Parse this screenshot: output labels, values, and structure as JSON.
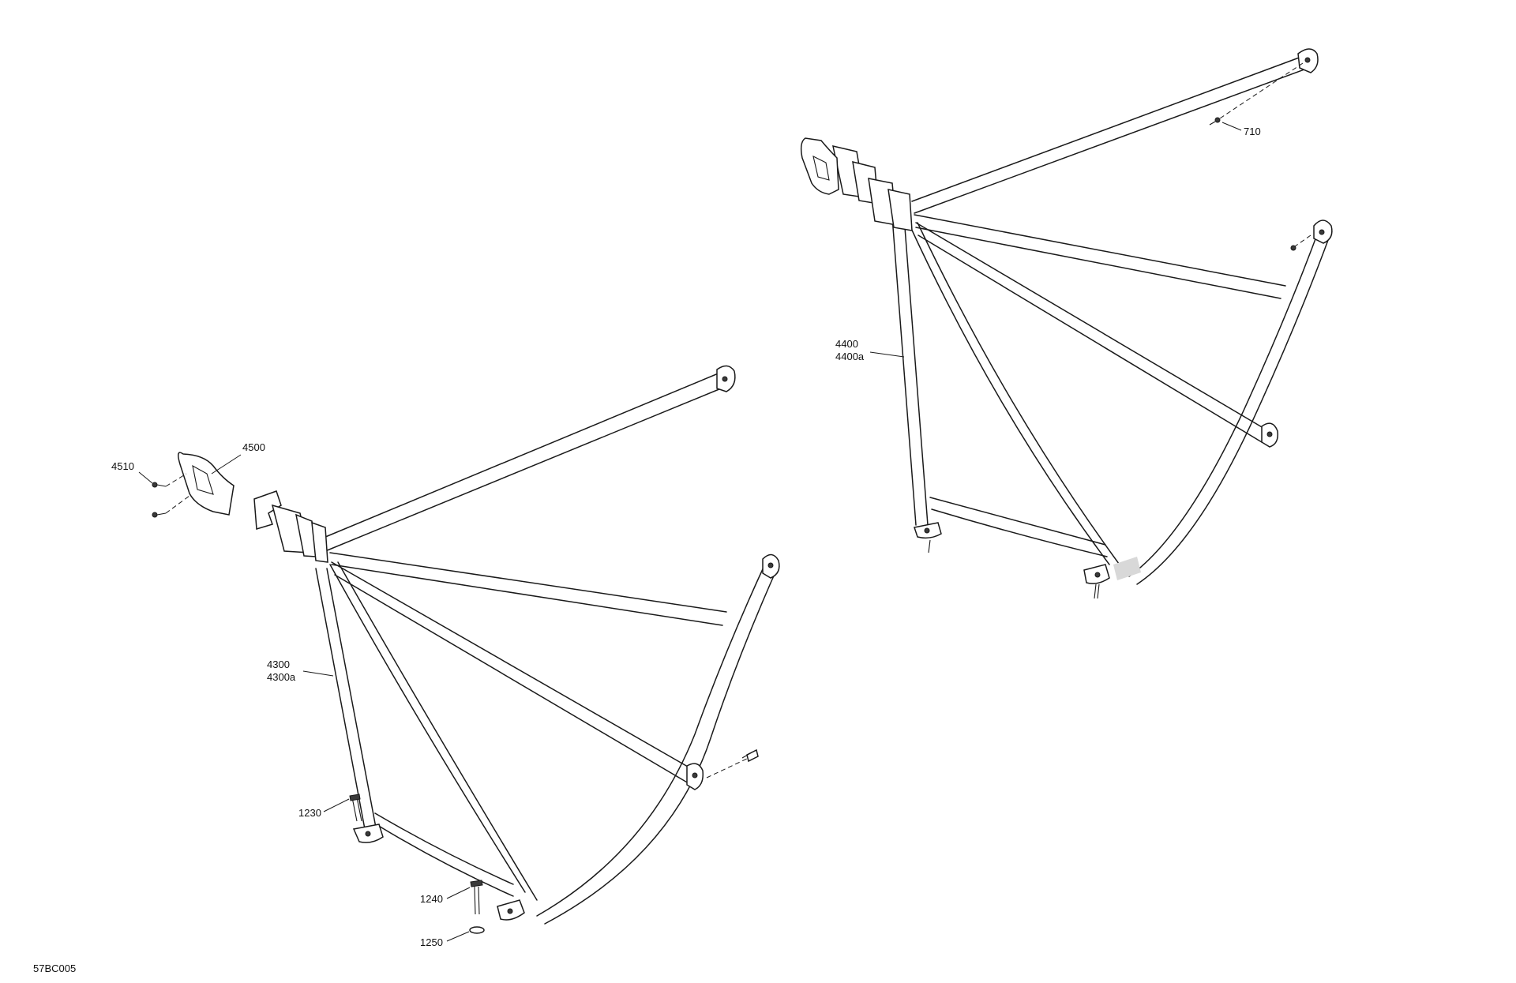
{
  "callouts": {
    "c710": "710",
    "c4400": "4400",
    "c4400a": "4400a",
    "c4500": "4500",
    "c4510": "4510",
    "c4300": "4300",
    "c4300a": "4300a",
    "c1230": "1230",
    "c1240": "1240",
    "c1250": "1250"
  },
  "figure_id": "57BC005"
}
